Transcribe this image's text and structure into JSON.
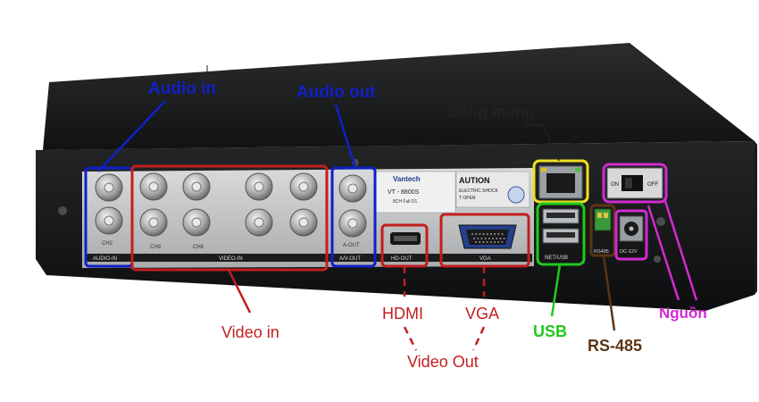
{
  "labels": {
    "audio_in": "Audio in",
    "audio_out": "Audio out",
    "network_port": "Cổng mạng",
    "video_in": "Video in",
    "hdmi": "HDMI",
    "vga": "VGA",
    "video_out": "Video Out",
    "usb": "USB",
    "rs485": "RS-485",
    "power": "Nguồn"
  },
  "panel_text": {
    "brand": "Vantech",
    "model": "VT - 8800S",
    "model_sub": "8CH Full D1",
    "caution": "AUTION",
    "caution_sub": "ELECTRIC SHOCK",
    "caution_sub2": "T OPEN",
    "ch2": "CH2",
    "ch8": "CH8",
    "ch6": "CH6",
    "audio_in_strip": "AUDIO-IN",
    "video_in_strip": "VIDEO-IN",
    "a_out": "A-OUT",
    "av_out_strip": "A/V-OUT",
    "hd_out_strip": "HD-OUT",
    "vga_strip": "VGA",
    "net_usb_strip": "NET/USB",
    "rs485_small": "RS485",
    "dc12v": "DC-12V",
    "on": "ON",
    "off": "OFF"
  },
  "colors": {
    "audio": "#1020c8",
    "video": "#c21e1e",
    "network": "#f0e020",
    "usb": "#22c81e",
    "rs485": "#5a3414",
    "power": "#d22ad2"
  }
}
